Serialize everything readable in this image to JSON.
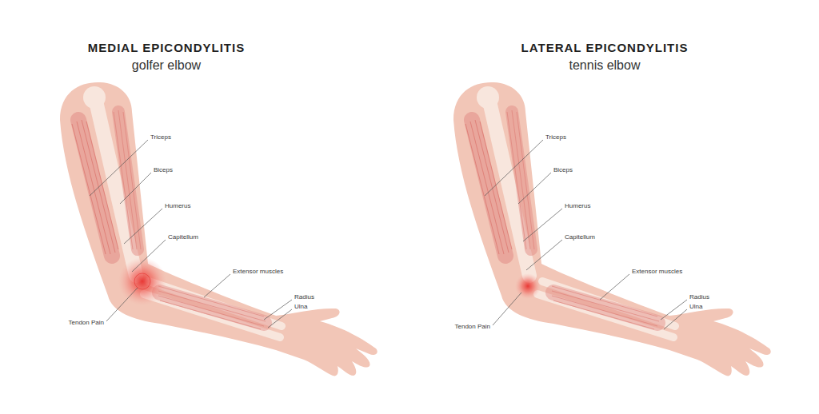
{
  "diagram": {
    "labels": [
      "MEDIAL EPICONDYLITIS",
      "golfer elbow",
      "Triceps",
      "Biceps",
      "Humerus",
      "Capitellum",
      "Extensor muscles",
      "Radius",
      "Ulna",
      "Tendon Pain",
      "LATERAL EPICONDYLITIS",
      "tennis elbow",
      "Triceps",
      "Biceps",
      "Humerus",
      "Capitellum",
      "Extensor muscles",
      "Radius",
      "Ulna",
      "Tendon Pain"
    ]
  }
}
